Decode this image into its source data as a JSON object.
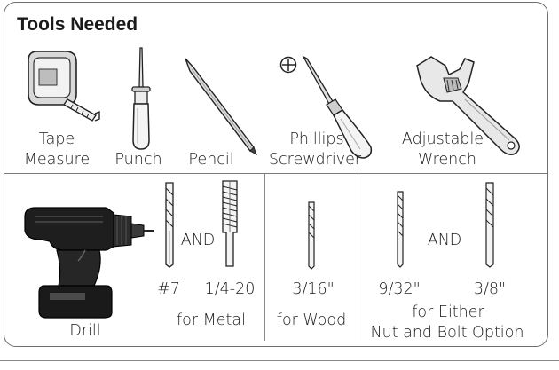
{
  "title": "Tools Needed",
  "tools": {
    "tape_measure": [
      "Tape",
      "Measure"
    ],
    "punch": "Punch",
    "pencil": "Pencil",
    "phillips": [
      "Phillips",
      "Screwdriver"
    ],
    "wrench": [
      "Adjustable",
      "Wrench"
    ]
  },
  "drill": {
    "label": "Drill"
  },
  "metal": {
    "bit_label": "#7",
    "tap_label": "1/4-20",
    "and": "AND",
    "caption": "for Metal"
  },
  "wood": {
    "bit_label": "3/16\"",
    "caption": "for Wood"
  },
  "either": {
    "bit1_label": "9/32\"",
    "bit2_label": "3/8\"",
    "and": "AND",
    "caption": [
      "for Either",
      "Nut and Bolt Option"
    ]
  },
  "icons": [
    "tape-measure-icon",
    "punch-icon",
    "pencil-icon",
    "phillips-screwdriver-icon",
    "adjustable-wrench-icon",
    "drill-icon",
    "drill-bit-icon",
    "tap-icon"
  ]
}
